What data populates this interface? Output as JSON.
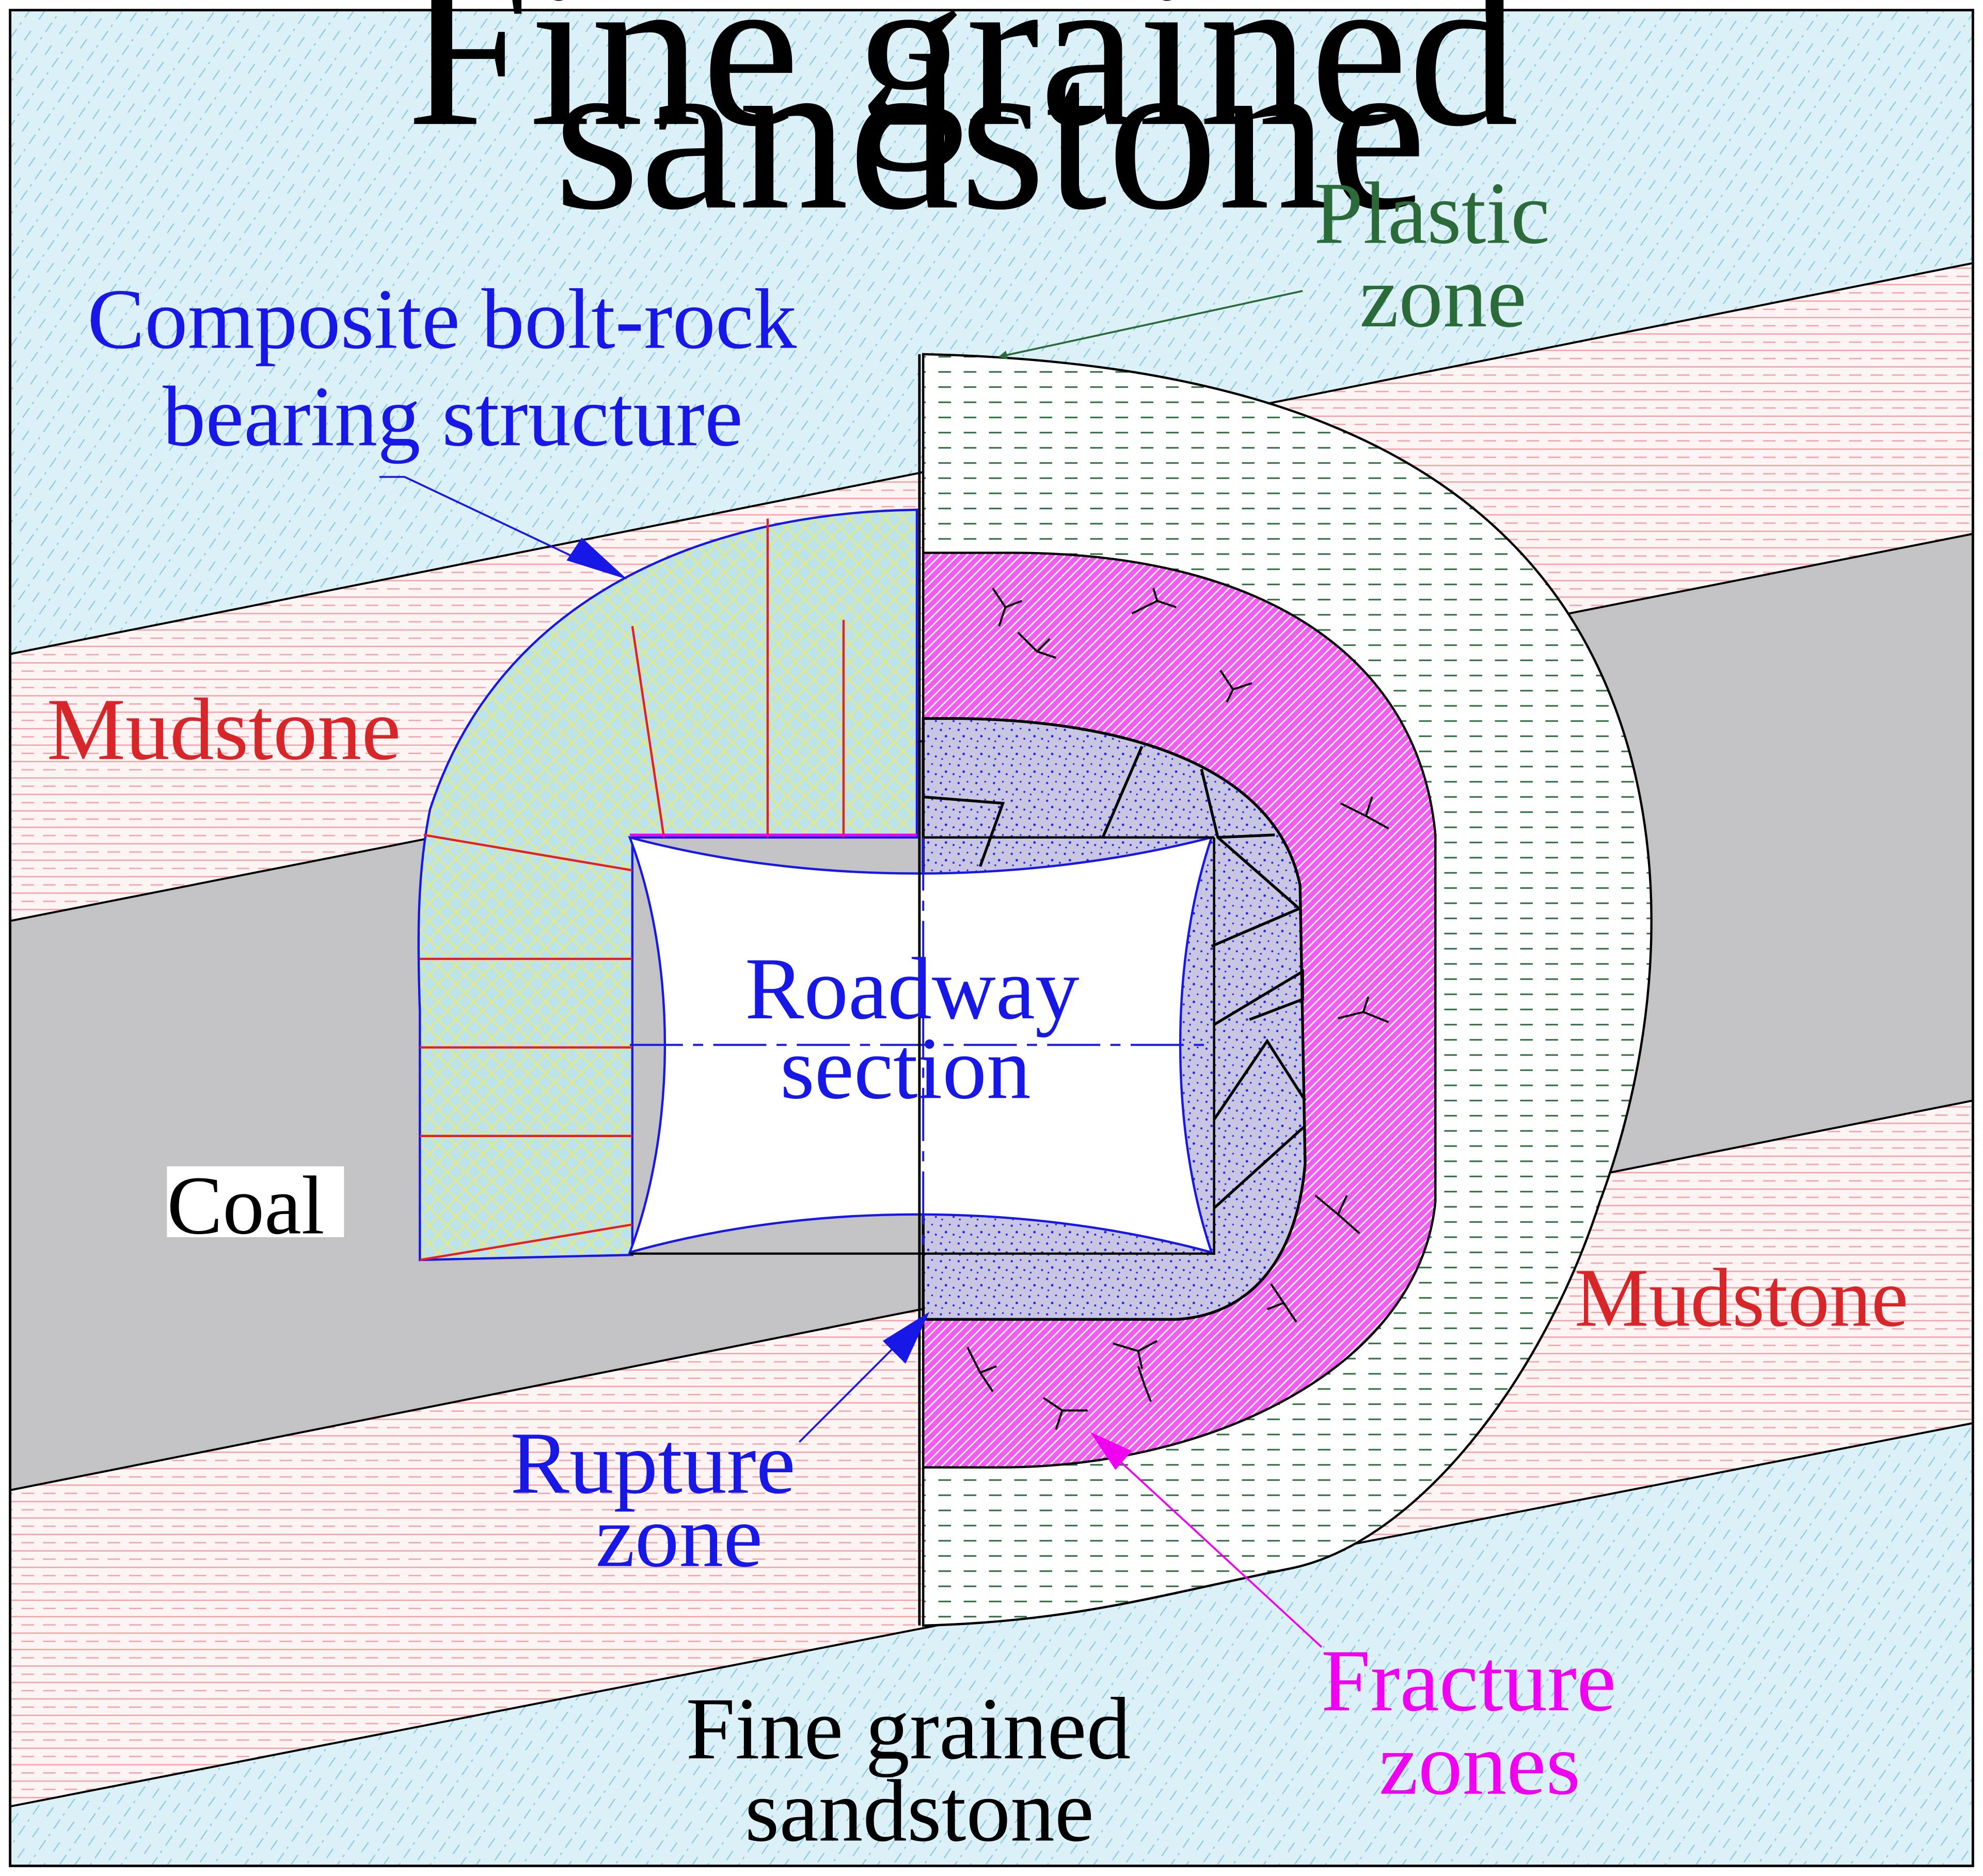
{
  "labels": {
    "top_sandstone": [
      "Fine grained",
      "sandstone"
    ],
    "plastic_zone": [
      "Plastic",
      "zone"
    ],
    "composite_structure": [
      "Composite bolt-rock",
      "bearing structure"
    ],
    "mudstone_left": "Mudstone",
    "roadway": [
      "Roadway",
      "section"
    ],
    "coal": "Coal",
    "mudstone_right": "Mudstone",
    "rupture_zone": [
      "Rupture",
      "zone"
    ],
    "fracture_zones": [
      "Fracture",
      "zones"
    ],
    "bottom_sandstone": [
      "Fine grained",
      "sandstone"
    ]
  },
  "colors": {
    "sandstone_fill": "#dcf0f7",
    "sandstone_hatch": "#8fcce3",
    "mudstone_fill": "#fff4f4",
    "mudstone_hatch": "#f2a0a6",
    "coal": "#c3c3c5",
    "plastic_hatch": "#2d6b3c",
    "fracture_fill": "#f25cf2",
    "rupture_fill": "#c9c6e4",
    "composite_fill": "#bde3ea",
    "composite_mesh": "#e0e88c",
    "bolt": "#e52020",
    "blue_label": "#1717e6",
    "red_label": "#d6262a",
    "green_label": "#2b6b3a",
    "magenta_label": "#f000f0"
  }
}
